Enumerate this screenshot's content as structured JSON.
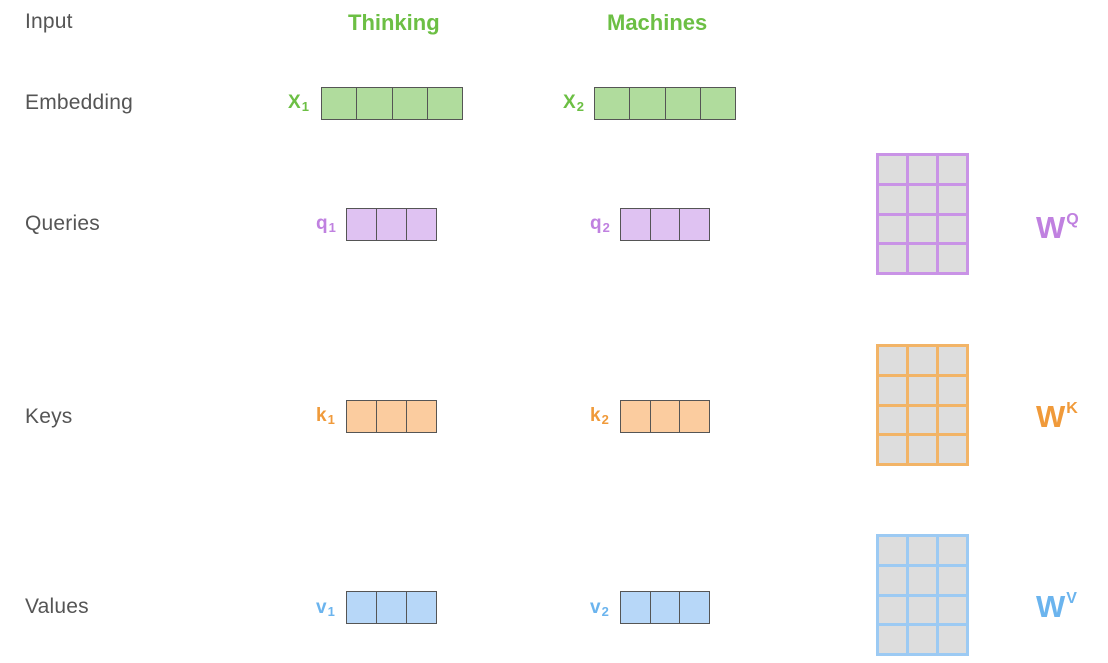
{
  "rows": {
    "input": "Input",
    "embedding": "Embedding",
    "queries": "Queries",
    "keys": "Keys",
    "values": "Values"
  },
  "words": [
    "Thinking",
    "Machines"
  ],
  "vectors": {
    "x1": {
      "letter": "X",
      "sub": "1"
    },
    "x2": {
      "letter": "X",
      "sub": "2"
    },
    "q1": {
      "letter": "q",
      "sub": "1"
    },
    "q2": {
      "letter": "q",
      "sub": "2"
    },
    "k1": {
      "letter": "k",
      "sub": "1"
    },
    "k2": {
      "letter": "k",
      "sub": "2"
    },
    "v1": {
      "letter": "v",
      "sub": "1"
    },
    "v2": {
      "letter": "v",
      "sub": "2"
    }
  },
  "weights": {
    "wq": {
      "letter": "W",
      "sup": "Q"
    },
    "wk": {
      "letter": "W",
      "sup": "K"
    },
    "wv": {
      "letter": "W",
      "sup": "V"
    }
  },
  "colors": {
    "green_text": "#6cbf44",
    "green_fill": "#b0dc9d",
    "purple_text": "#c081e0",
    "purple_fill": "#dfc2f2",
    "purple_border": "#c993e6",
    "orange_text": "#f09a3a",
    "orange_fill": "#fbcc9f",
    "orange_border": "#f2b467",
    "blue_text": "#6bb4ee",
    "blue_fill": "#b7d7f8",
    "blue_border": "#9ccaf3",
    "matrix_cell": "#dddddd"
  }
}
